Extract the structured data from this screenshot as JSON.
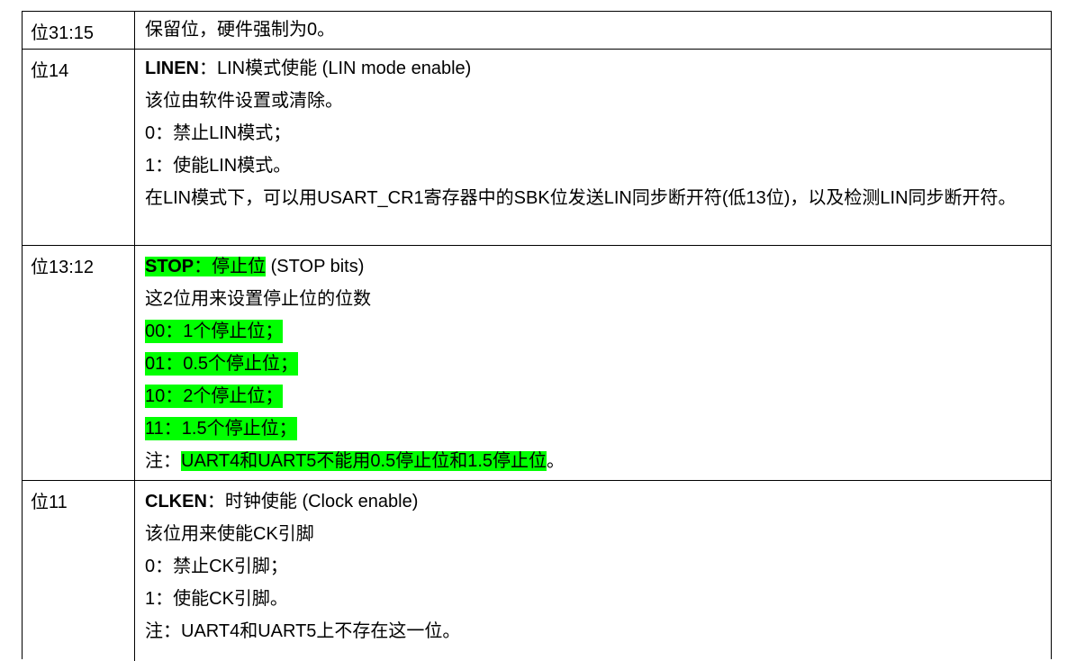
{
  "rows": [
    {
      "bits": "位31:15",
      "lines": [
        "保留位，硬件强制为0。"
      ]
    },
    {
      "bits": "位14",
      "title_bold": "LINEN",
      "title_rest": "：LIN模式使能 (LIN mode enable)",
      "lines": [
        "该位由软件设置或清除。",
        "0：禁止LIN模式；",
        "1：使能LIN模式。",
        "在LIN模式下，可以用USART_CR1寄存器中的SBK位发送LIN同步断开符(低13位)，以及检测LIN同步断开符。"
      ]
    },
    {
      "bits": "位13:12",
      "title_bold": "STOP",
      "title_hl_rest": "：停止位",
      "title_tail": " (STOP bits)",
      "lines": [
        "这2位用来设置停止位的位数",
        "00：1个停止位；",
        "01：0.5个停止位；",
        "10：2个停止位；",
        "11：1.5个停止位；"
      ],
      "note_prefix": "注：",
      "note_hl": "UART4和UART5不能用0.5停止位和1.5停止位",
      "note_suffix": "。"
    },
    {
      "bits": "位11",
      "title_bold": "CLKEN",
      "title_rest": "：时钟使能 (Clock enable)",
      "lines": [
        "该位用来使能CK引脚",
        "0：禁止CK引脚；",
        "1：使能CK引脚。",
        "注：UART4和UART5上不存在这一位。"
      ]
    }
  ],
  "colors": {
    "highlight": "#00ff00",
    "border": "#000000"
  }
}
